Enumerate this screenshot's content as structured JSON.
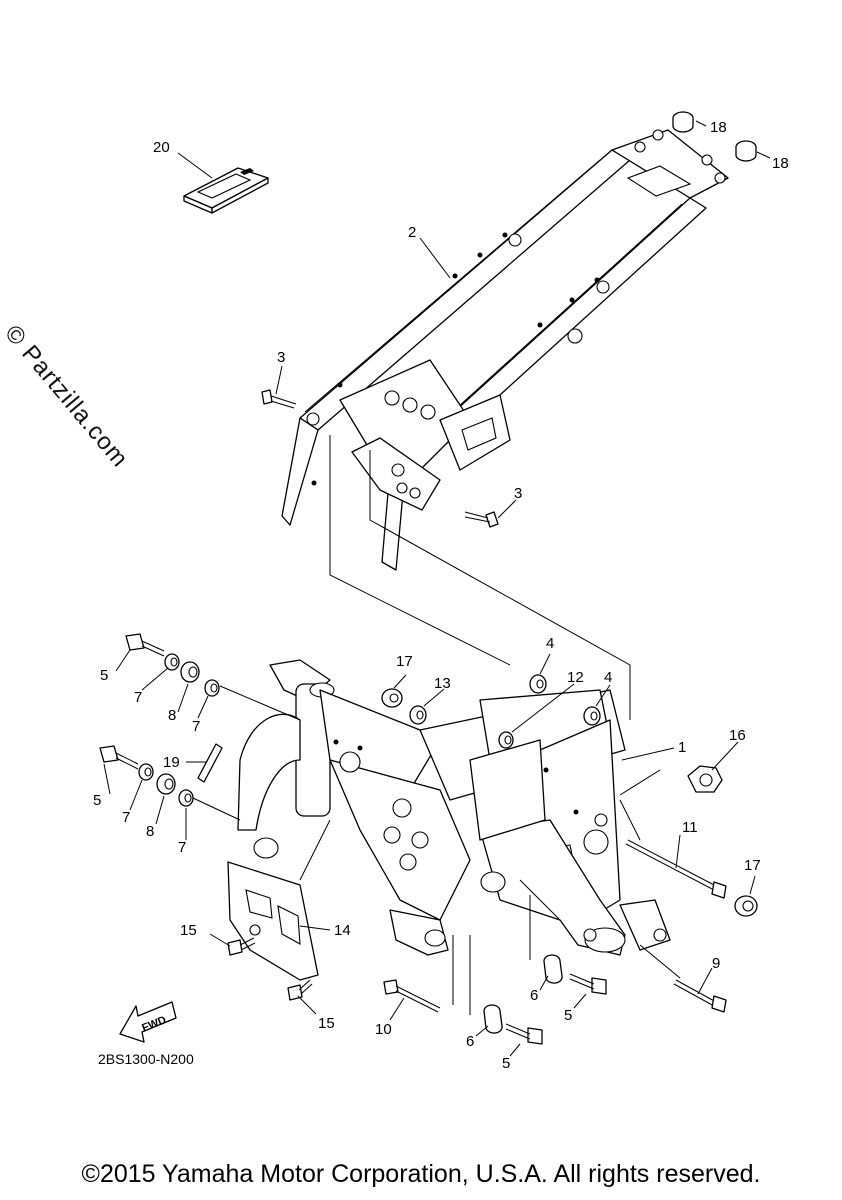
{
  "watermark": "© Partzilla.com",
  "diagram_code": "2BS1300-N200",
  "copyright": "©2015 Yamaha Motor Corporation, U.S.A. All rights reserved.",
  "fwd_label": "FWD",
  "callouts": {
    "c1": "1",
    "c2": "2",
    "c3a": "3",
    "c3b": "3",
    "c4a": "4",
    "c4b": "4",
    "c5a": "5",
    "c5b": "5",
    "c5c": "5",
    "c5d": "5",
    "c6a": "6",
    "c6b": "6",
    "c7a": "7",
    "c7b": "7",
    "c7c": "7",
    "c7d": "7",
    "c8a": "8",
    "c8b": "8",
    "c9": "9",
    "c10": "10",
    "c11": "11",
    "c12": "12",
    "c13": "13",
    "c14": "14",
    "c15a": "15",
    "c15b": "15",
    "c16": "16",
    "c17a": "17",
    "c17b": "17",
    "c18a": "18",
    "c18b": "18",
    "c19": "19",
    "c20": "20"
  }
}
